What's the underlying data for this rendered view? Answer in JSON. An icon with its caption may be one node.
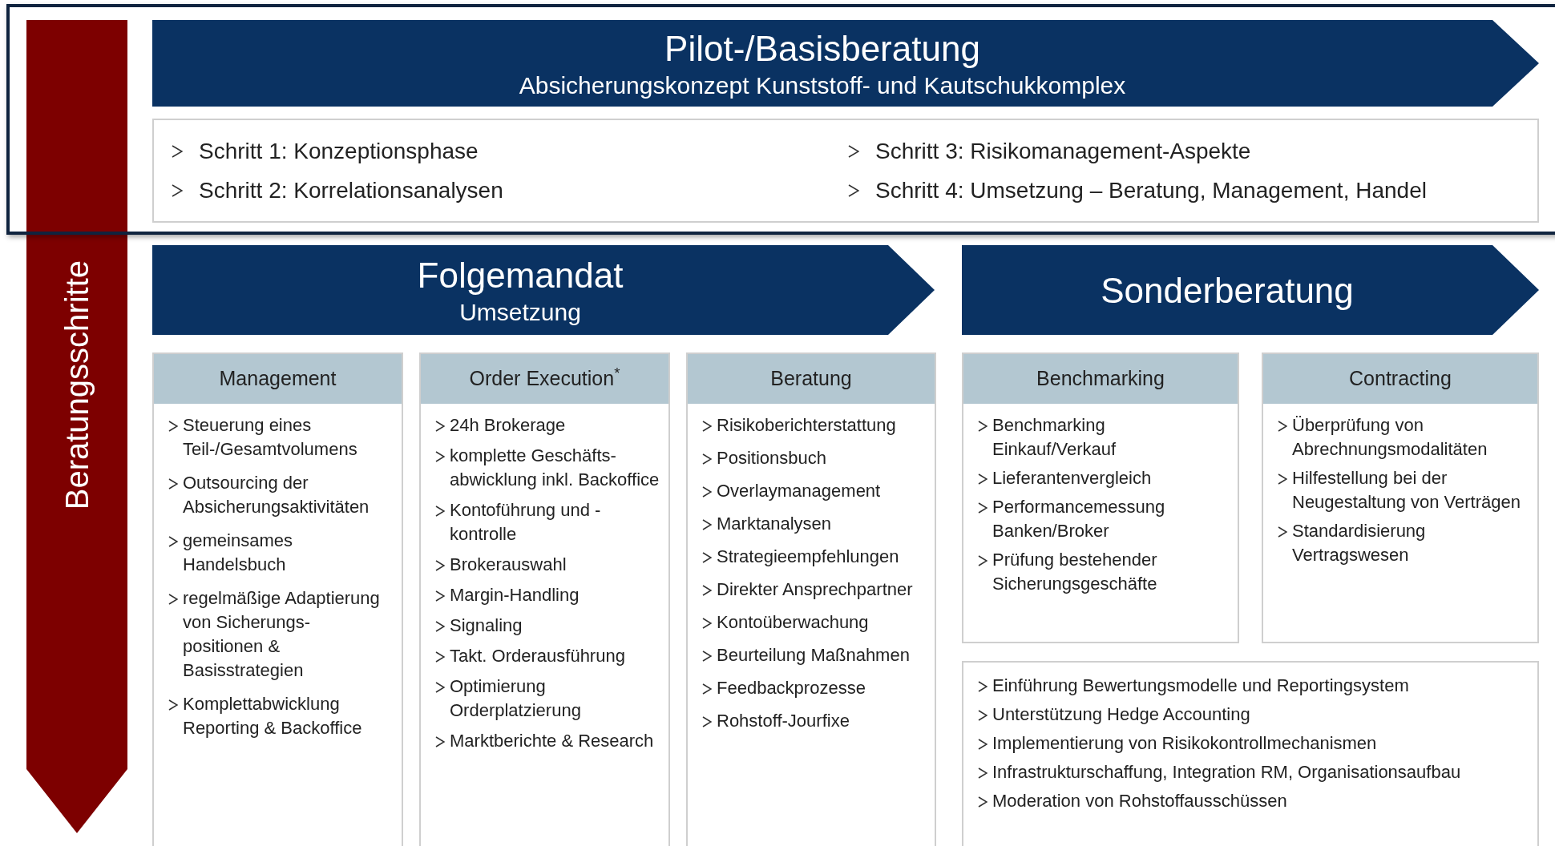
{
  "diagram": {
    "nodes": [
      {
        "text": [
          "Beratungsschritte"
        ]
      },
      {
        "text": [
          "Pilot-/Basisberatung",
          "Absicherungskonzept Kunststoff- und Kautschukkomplex"
        ]
      },
      {
        "text": [
          "Schritt 1: Konzeptionsphase",
          "Schritt 2: Korrelationsanalysen",
          "Schritt 3: Risikomanagement-Aspekte",
          "Schritt 4: Umsetzung – Beratung, Management, Handel"
        ]
      },
      {
        "text": [
          "Folgemandat",
          "Umsetzung"
        ]
      },
      {
        "text": [
          "Sonderberatung"
        ]
      },
      {
        "text": [
          "Management",
          "Steuerung eines Teil-/Gesamtvolumens",
          "Outsourcing der Absicherungsaktivitäten",
          "gemeinsames Handelsbuch",
          "regelmäßige Adaptierung von Sicherungs- positionen & Basisstrategien",
          "Komplettabwicklung Reporting & Backoffice"
        ]
      },
      {
        "text": [
          "Order Execution$^{*}$",
          "24h Brokerage",
          "komplette Geschäfts- abwicklung inkl. Backoffice",
          "Kontoführung und -kontrolle",
          "Brokerauswahl",
          "Margin-Handling",
          "Signaling",
          "Takt. Orderausführung",
          "Optimierung Orderplatzierung",
          "Marktberichte & Research"
        ]
      },
      {
        "text": [
          "Beratung",
          "Risikoberichterstattung",
          "Positionsbuch",
          "Overlaymanagement",
          "Marktanalysen",
          "Strategieempfehlungen",
          "Direkter Ansprechpartner",
          "Kontoüberwachung",
          "Beurteilung Maßnahmen",
          "Feedbackprozesse",
          "Rohstoff-Jourfixe"
        ]
      },
      {
        "text": [
          "Benchmarking",
          "Benchmarking Einkauf/Verkauf",
          "Lieferantenvergleich",
          "Performancemessung Banken/Broker",
          "Prüfung bestehender Sicherungsgeschäfte"
        ]
      },
      {
        "text": [
          "Contracting",
          "Überprüfung von Abrechnungsmodalitäten",
          "Hilfestellung bei der Neugestaltung von Verträgen",
          "Standardisierung Vertragswesen"
        ]
      },
      {
        "text": [
          "Einführung Bewertungsmodelle und Reportingsystem",
          "Unterstützung Hedge Accounting",
          "Implementierung von Risikokontrollmechanismen",
          "Infrastrukturschaffung, Integration RM, Organisationsaufbau",
          "Moderation von Rohstoffausschüssen"
        ]
      }
    ]
  }
}
